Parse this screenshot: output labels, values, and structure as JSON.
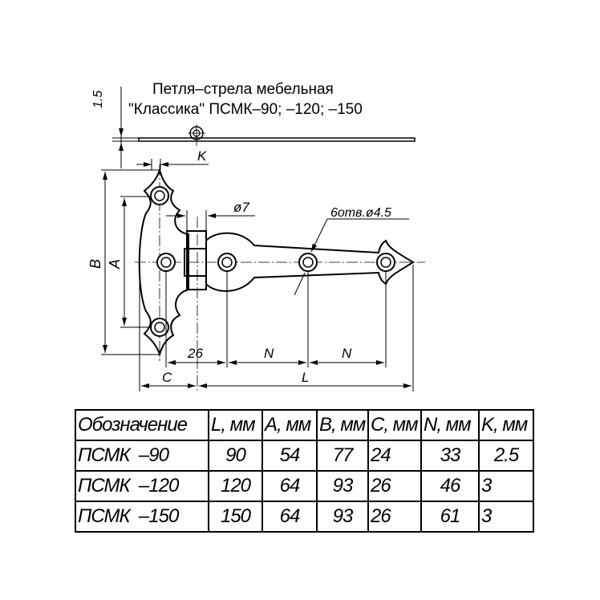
{
  "title": {
    "line1": "Петля–стрела мебельная",
    "line2": "\"Классика\"  ПСМК–90; –120; –150"
  },
  "drawing": {
    "thickness_label": "1.5",
    "k_label": "K",
    "pin_diameter_label": "ø7",
    "holes_label": "6отв.ø4.5",
    "b_label": "B",
    "a_label": "A",
    "dim_26_label": "26",
    "n_label_1": "N",
    "n_label_2": "N",
    "c_label": "C",
    "l_label": "L"
  },
  "table": {
    "headers": [
      "Обозначение",
      "L, мм",
      "A, мм",
      "B, мм",
      "C, мм",
      "N, мм",
      "K, мм"
    ],
    "rows": [
      [
        "ПСМК  –90",
        "90",
        "54",
        "77",
        "24",
        "33",
        "2.5"
      ],
      [
        "ПСМК  –120",
        "120",
        "64",
        "93",
        "26",
        "46",
        "3"
      ],
      [
        "ПСМК  –150",
        "150",
        "64",
        "93",
        "26",
        "61",
        "3"
      ]
    ]
  }
}
